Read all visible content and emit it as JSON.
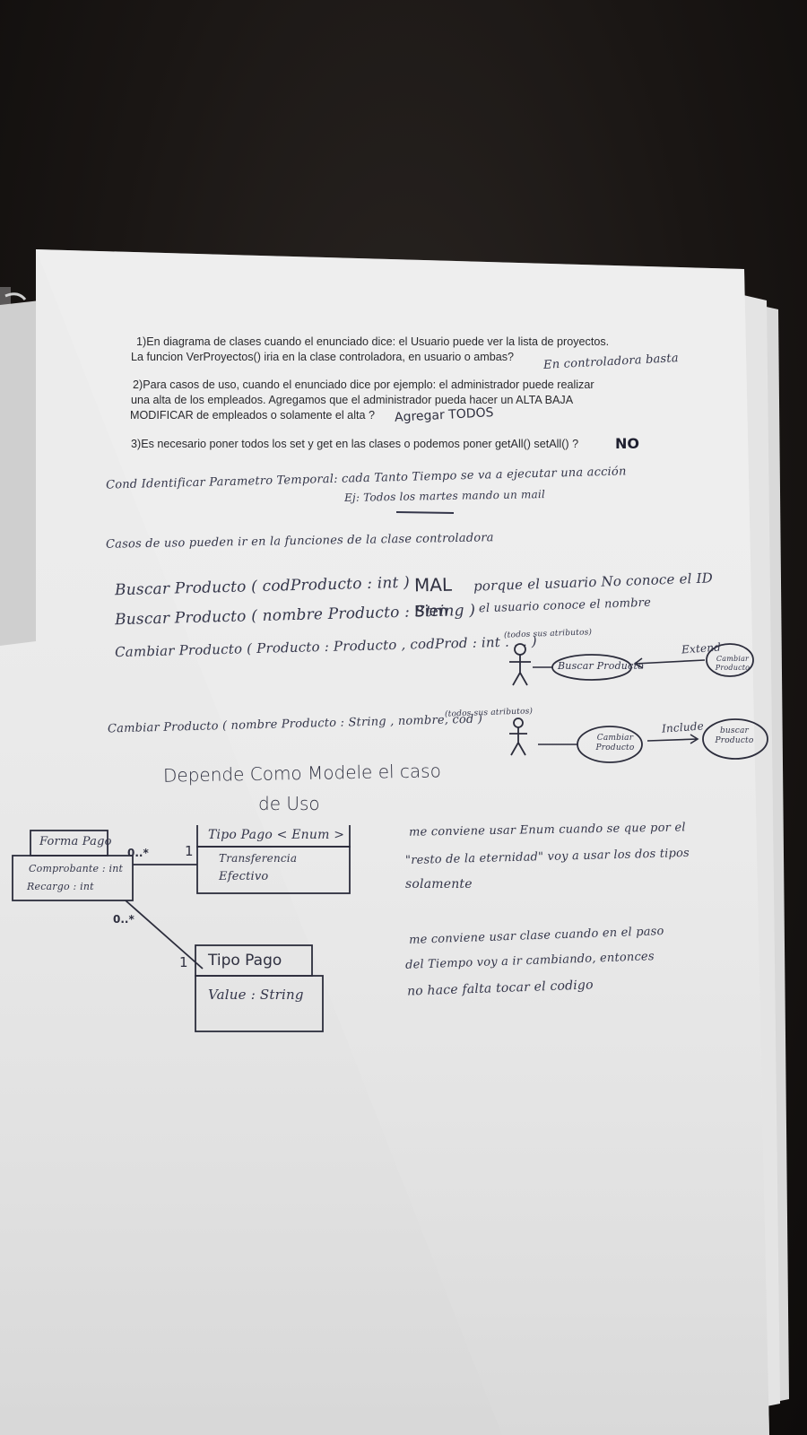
{
  "typed_questions": [
    {
      "line1": "1)En diagrama de clases cuando el enunciado dice: el Usuario puede ver la lista de proyectos.",
      "line2": "La funcion VerProyectos() iria en la clase controladora, en usuario o ambas?"
    },
    {
      "line1": "2)Para casos de uso, cuando el enunciado dice por ejemplo: el administrador puede realizar",
      "line2": "una alta de los empleados. Agregamos que el administrador pueda hacer un ALTA BAJA",
      "line3": "MODIFICAR de empleados o solamente el alta ?"
    },
    {
      "line1": "3)Es necesario poner todos los set y get en las clases o podemos poner getAll() setAll() ?"
    }
  ],
  "handwritten_answers": {
    "a1": "En controladora basta",
    "a2": "Agregar TODOS",
    "a3": "NO"
  },
  "notes": {
    "temporal_line1": "Cond Identificar Parametro Temporal: cada Tanto Tiempo se va a ejecutar una acción",
    "temporal_line2": "Ej: Todos los martes mando un mail",
    "use_cases_title": "Casos de uso pueden ir en la funciones de la clase controladora",
    "buscar_mal": "Buscar Producto ( codProducto : int )",
    "mal_label": "MAL",
    "mal_reason": "porque el usuario No conoce el ID",
    "buscar_bien": "Buscar Producto ( nombre Producto : String )",
    "bien_label": "Bien",
    "bien_reason": "el usuario conoce el nombre",
    "cambiar_1": "Cambiar Producto ( Producto : Producto , codProd : int . . . )",
    "cambiar_1_note": "(todos sus atributos)",
    "cambiar_2": "Cambiar Producto ( nombre Producto : String , nombre, cod )",
    "cambiar_2_note": "(todos sus atributos)",
    "depende_1": "Depende Como Modele el caso",
    "depende_2": "de Uso",
    "enum_note_1": "me conviene usar Enum cuando se que por el",
    "enum_note_2": "\"resto de la eternidad\" voy a usar los dos tipos",
    "enum_note_3": "solamente",
    "class_note_1": "me conviene usar clase cuando en el paso",
    "class_note_2": "del Tiempo voy a ir cambiando, entonces",
    "class_note_3": "no hace falta tocar el codigo"
  },
  "use_case_diagrams": {
    "d1_usecase_main": "Buscar Producto",
    "d1_usecase_ext": "Cambiar Producto",
    "d1_relation": "Extend",
    "d2_usecase_main": "Cambiar Producto",
    "d2_usecase_inc": "buscar Producto",
    "d2_relation": "Include"
  },
  "class_diagram": {
    "forma_pago": {
      "name": "Forma Pago",
      "attrs": [
        "Comprobante : int",
        "Recargo : int"
      ]
    },
    "tipo_pago_enum": {
      "name": "Tipo Pago < Enum >",
      "attrs": [
        "Transferencia",
        "Efectivo"
      ]
    },
    "tipo_pago_class": {
      "name": "Tipo Pago",
      "attrs": [
        "Value : String"
      ]
    },
    "mult_fp_enum_left": "0..*",
    "mult_fp_enum_right": "1",
    "mult_fp_class_left": "0..*",
    "mult_fp_class_right": "1"
  },
  "colors": {
    "ink": "#34364a",
    "paper": "#eeeeee",
    "background": "#1a1614"
  }
}
